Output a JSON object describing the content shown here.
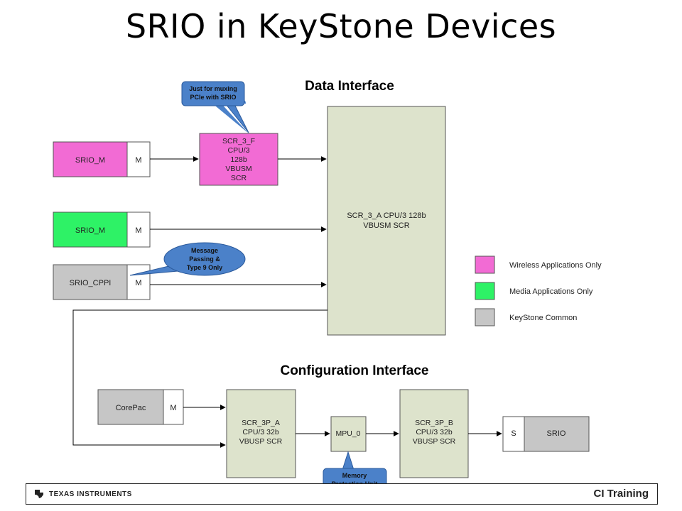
{
  "title": "SRIO in KeyStone Devices",
  "sections": {
    "data_interface": "Data Interface",
    "config_interface": "Configuration Interface"
  },
  "colors": {
    "wireless": "#f26bd4",
    "media": "#2ef266",
    "common": "#c6c6c6",
    "scr": "#dde3cc",
    "callout": "#4b81c9"
  },
  "masters": {
    "srio_m_wireless": {
      "name": "SRIO_M",
      "port": "M"
    },
    "srio_m_media": {
      "name": "SRIO_M",
      "port": "M"
    },
    "srio_cppi": {
      "name": "SRIO_CPPI",
      "port": "M"
    },
    "corepac": {
      "name": "CorePac",
      "port": "M"
    }
  },
  "scr_3_f": {
    "lines": [
      "SCR_3_F",
      "CPU/3",
      "128b",
      "VBUSM",
      "SCR"
    ]
  },
  "scr_3_a": {
    "lines": [
      "SCR_3_A CPU/3 128b",
      "VBUSM SCR"
    ]
  },
  "scr_3p_a": {
    "lines": [
      "SCR_3P_A",
      "CPU/3 32b",
      "VBUSP SCR"
    ]
  },
  "mpu_0": {
    "label": "MPU_0"
  },
  "scr_3p_b": {
    "lines": [
      "SCR_3P_B",
      "CPU/3 32b",
      "VBUSP SCR"
    ]
  },
  "srio_slave": {
    "port": "S",
    "name": "SRIO"
  },
  "callouts": {
    "pcie_mux": [
      "Just for muxing",
      "PCIe with SRIO"
    ],
    "message_passing": [
      "Message",
      "Passing &",
      "Type 9 Only"
    ],
    "memory_protection": [
      "Memory",
      "Protection Unit"
    ]
  },
  "legend": [
    {
      "label": "Wireless Applications Only",
      "color": "#f26bd4"
    },
    {
      "label": "Media Applications Only",
      "color": "#2ef266"
    },
    {
      "label": "KeyStone Common",
      "color": "#c6c6c6"
    }
  ],
  "footer": {
    "logo_text": "TEXAS INSTRUMENTS",
    "brand": "CI Training"
  }
}
